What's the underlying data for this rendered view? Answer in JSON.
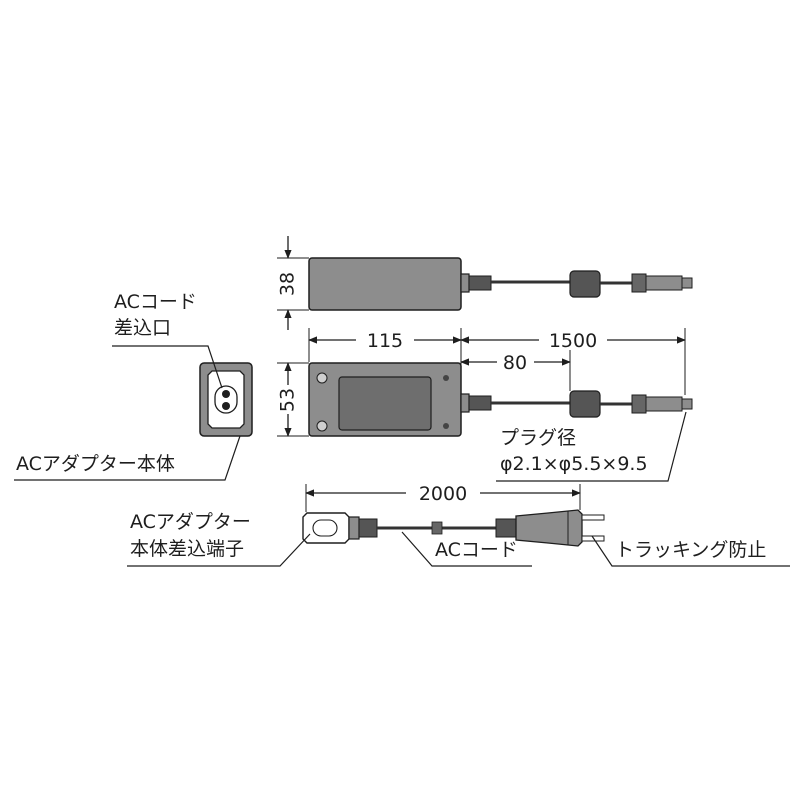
{
  "colors": {
    "ink": "#1e1e1e",
    "body_fill": "#8d8d8d",
    "panel_fill": "#6e6e6e",
    "cable": "#333333",
    "background": "#ffffff"
  },
  "dimensions": {
    "height": "38",
    "depth": "53",
    "width": "115",
    "dc_cord_length": "1500",
    "ferrite_offset": "80",
    "ac_cord_length": "2000"
  },
  "callouts": {
    "ac_cord_inlet": [
      "ACコード",
      "差込口"
    ],
    "adapter_body": "ACアダプター本体",
    "plug_diameter": [
      "プラグ径",
      "φ2.1×φ5.5×9.5"
    ],
    "adapter_inlet_terminal": [
      "ACアダプター",
      "本体差込端子"
    ],
    "ac_cord": "ACコード",
    "tracking_prevention": "トラッキング防止"
  }
}
